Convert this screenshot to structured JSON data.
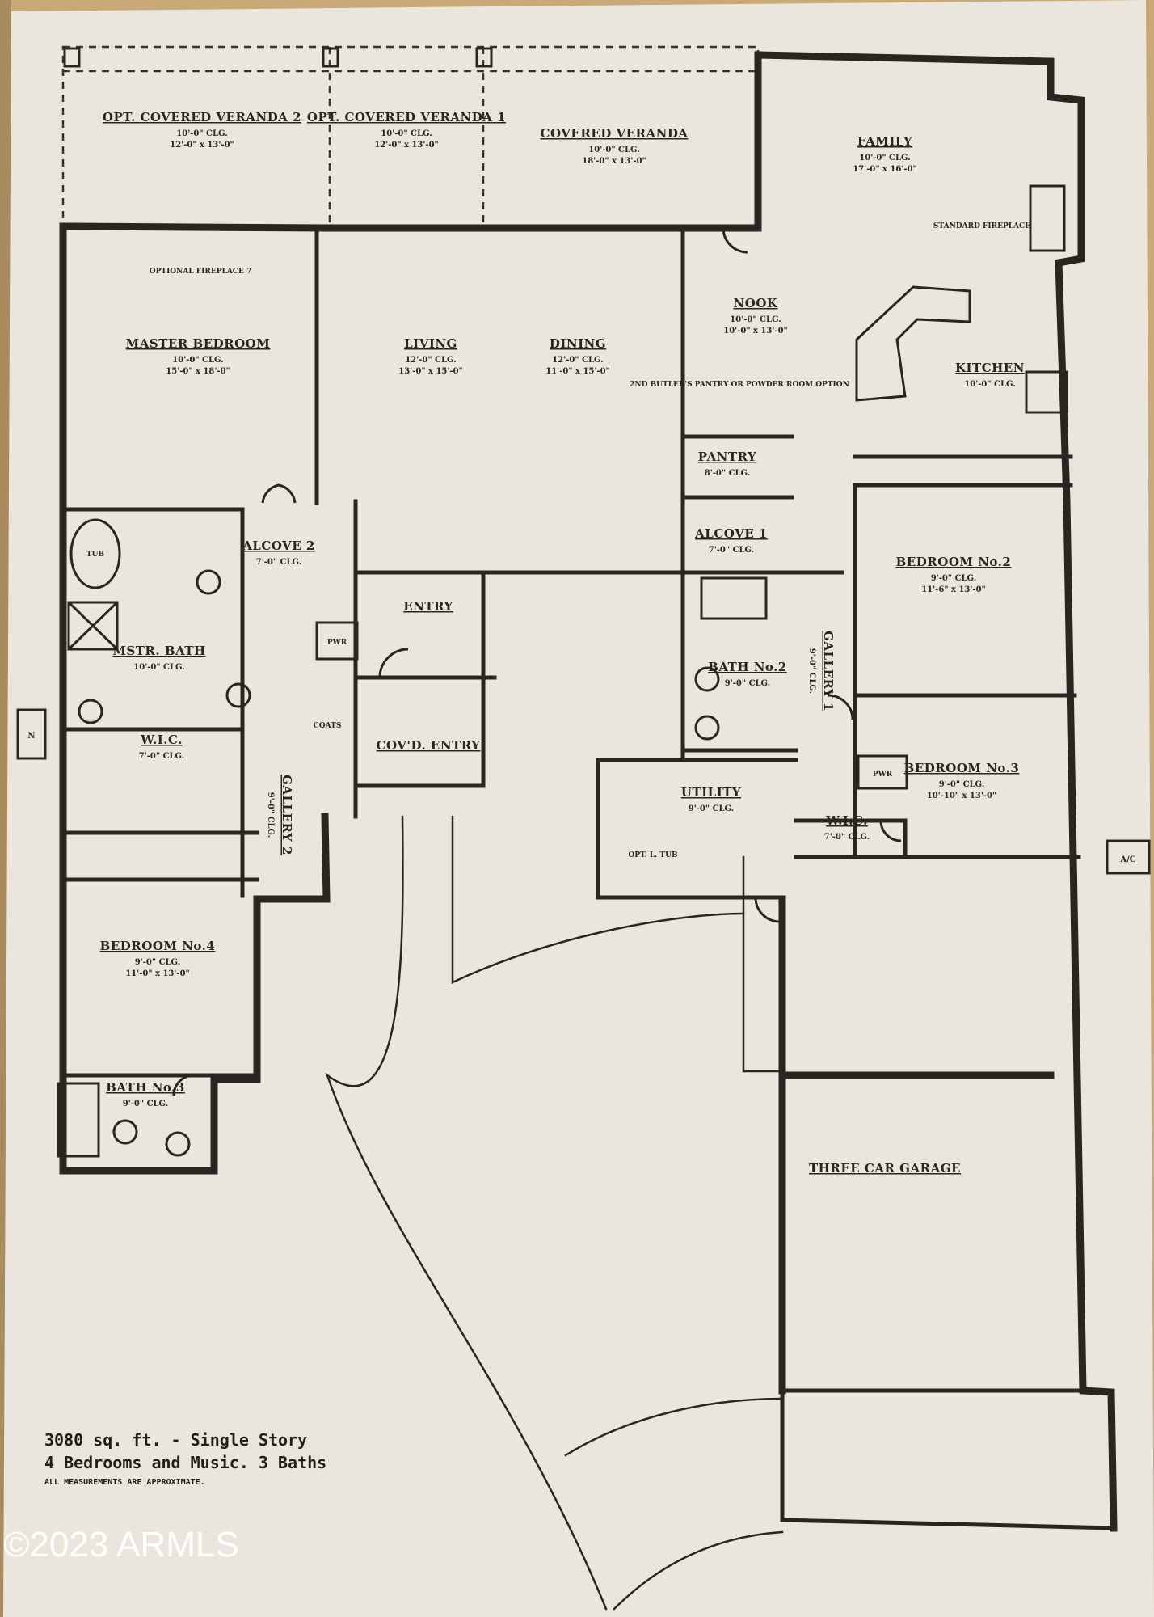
{
  "rooms": [
    {
      "id": "veranda-opt-2",
      "name": "OPT. COVERED VERANDA 2",
      "size": "10'-0\" CLG.",
      "dims": "12'-0\" x 13'-0\""
    },
    {
      "id": "veranda-opt-1",
      "name": "OPT. COVERED VERANDA 1",
      "size": "10'-0\" CLG.",
      "dims": "12'-0\" x 13'-0\""
    },
    {
      "id": "veranda",
      "name": "COVERED VERANDA",
      "size": "10'-0\" CLG.",
      "dims": "18'-0\" x 13'-0\""
    },
    {
      "id": "family",
      "name": "FAMILY",
      "size": "10'-0\" CLG.",
      "dims": "17'-0\" x 16'-0\""
    },
    {
      "id": "master",
      "name": "MASTER BEDROOM",
      "size": "10'-0\" CLG.",
      "dims": "15'-0\" x 18'-0\""
    },
    {
      "id": "living",
      "name": "LIVING",
      "size": "12'-0\" CLG.",
      "dims": "13'-0\" x 15'-0\""
    },
    {
      "id": "dining",
      "name": "DINING",
      "size": "12'-0\" CLG.",
      "dims": "11'-0\" x 15'-0\""
    },
    {
      "id": "nook",
      "name": "NOOK",
      "size": "10'-0\" CLG.",
      "dims": "10'-0\" x 13'-0\""
    },
    {
      "id": "kitchen",
      "name": "KITCHEN",
      "size": "10'-0\" CLG.",
      "dims": ""
    },
    {
      "id": "pantry",
      "name": "PANTRY",
      "size": "8'-0\" CLG.",
      "dims": ""
    },
    {
      "id": "alcove-2",
      "name": "ALCOVE 2",
      "size": "7'-0\" CLG.",
      "dims": ""
    },
    {
      "id": "alcove-1",
      "name": "ALCOVE 1",
      "size": "7'-0\" CLG.",
      "dims": ""
    },
    {
      "id": "bedroom-2",
      "name": "BEDROOM No.2",
      "size": "9'-0\" CLG.",
      "dims": "11'-6\" x 13'-0\""
    },
    {
      "id": "entry",
      "name": "ENTRY",
      "size": "",
      "dims": ""
    },
    {
      "id": "mstr-bath",
      "name": "MSTR. BATH",
      "size": "10'-0\" CLG.",
      "dims": ""
    },
    {
      "id": "bath-2",
      "name": "BATH No.2",
      "size": "9'-0\" CLG.",
      "dims": ""
    },
    {
      "id": "gallery-1",
      "name": "GALLERY 1",
      "size": "9'-0\" CLG.",
      "dims": ""
    },
    {
      "id": "wic-master",
      "name": "W.I.C.",
      "size": "7'-0\" CLG.",
      "dims": ""
    },
    {
      "id": "covd-entry",
      "name": "COV'D. ENTRY",
      "size": "",
      "dims": ""
    },
    {
      "id": "bedroom-3",
      "name": "BEDROOM No.3",
      "size": "9'-0\" CLG.",
      "dims": "10'-10\" x 13'-0\""
    },
    {
      "id": "utility",
      "name": "UTILITY",
      "size": "9'-0\" CLG.",
      "dims": ""
    },
    {
      "id": "wic-3",
      "name": "W.I.C.",
      "size": "7'-0\" CLG.",
      "dims": ""
    },
    {
      "id": "gallery-2",
      "name": "GALLERY 2",
      "size": "9'-0\" CLG.",
      "dims": ""
    },
    {
      "id": "bedroom-4",
      "name": "BEDROOM No.4",
      "size": "9'-0\" CLG.",
      "dims": "11'-0\" x 13'-0\""
    },
    {
      "id": "bath-3",
      "name": "BATH No.3",
      "size": "9'-0\" CLG.",
      "dims": ""
    },
    {
      "id": "garage",
      "name": "THREE CAR GARAGE",
      "size": "",
      "dims": ""
    }
  ],
  "notes": {
    "fireplace_optional": "OPTIONAL FIREPLACE 7",
    "fireplace_standard": "STANDARD FIREPLACE",
    "butler": "2ND BUTLER'S PANTRY OR POWDER ROOM OPTION",
    "tub": "TUB",
    "pwr": "PWR",
    "coats": "COATS",
    "ac": "A/C",
    "opt_tub": "OPT. L. TUB",
    "north": "N"
  },
  "summary": {
    "line1": "3080 sq. ft. - Single Story",
    "line2": "4 Bedrooms and Music. 3 Baths",
    "line3": "ALL MEASUREMENTS ARE APPROXIMATE."
  },
  "watermark": "©2023 ARMLS"
}
